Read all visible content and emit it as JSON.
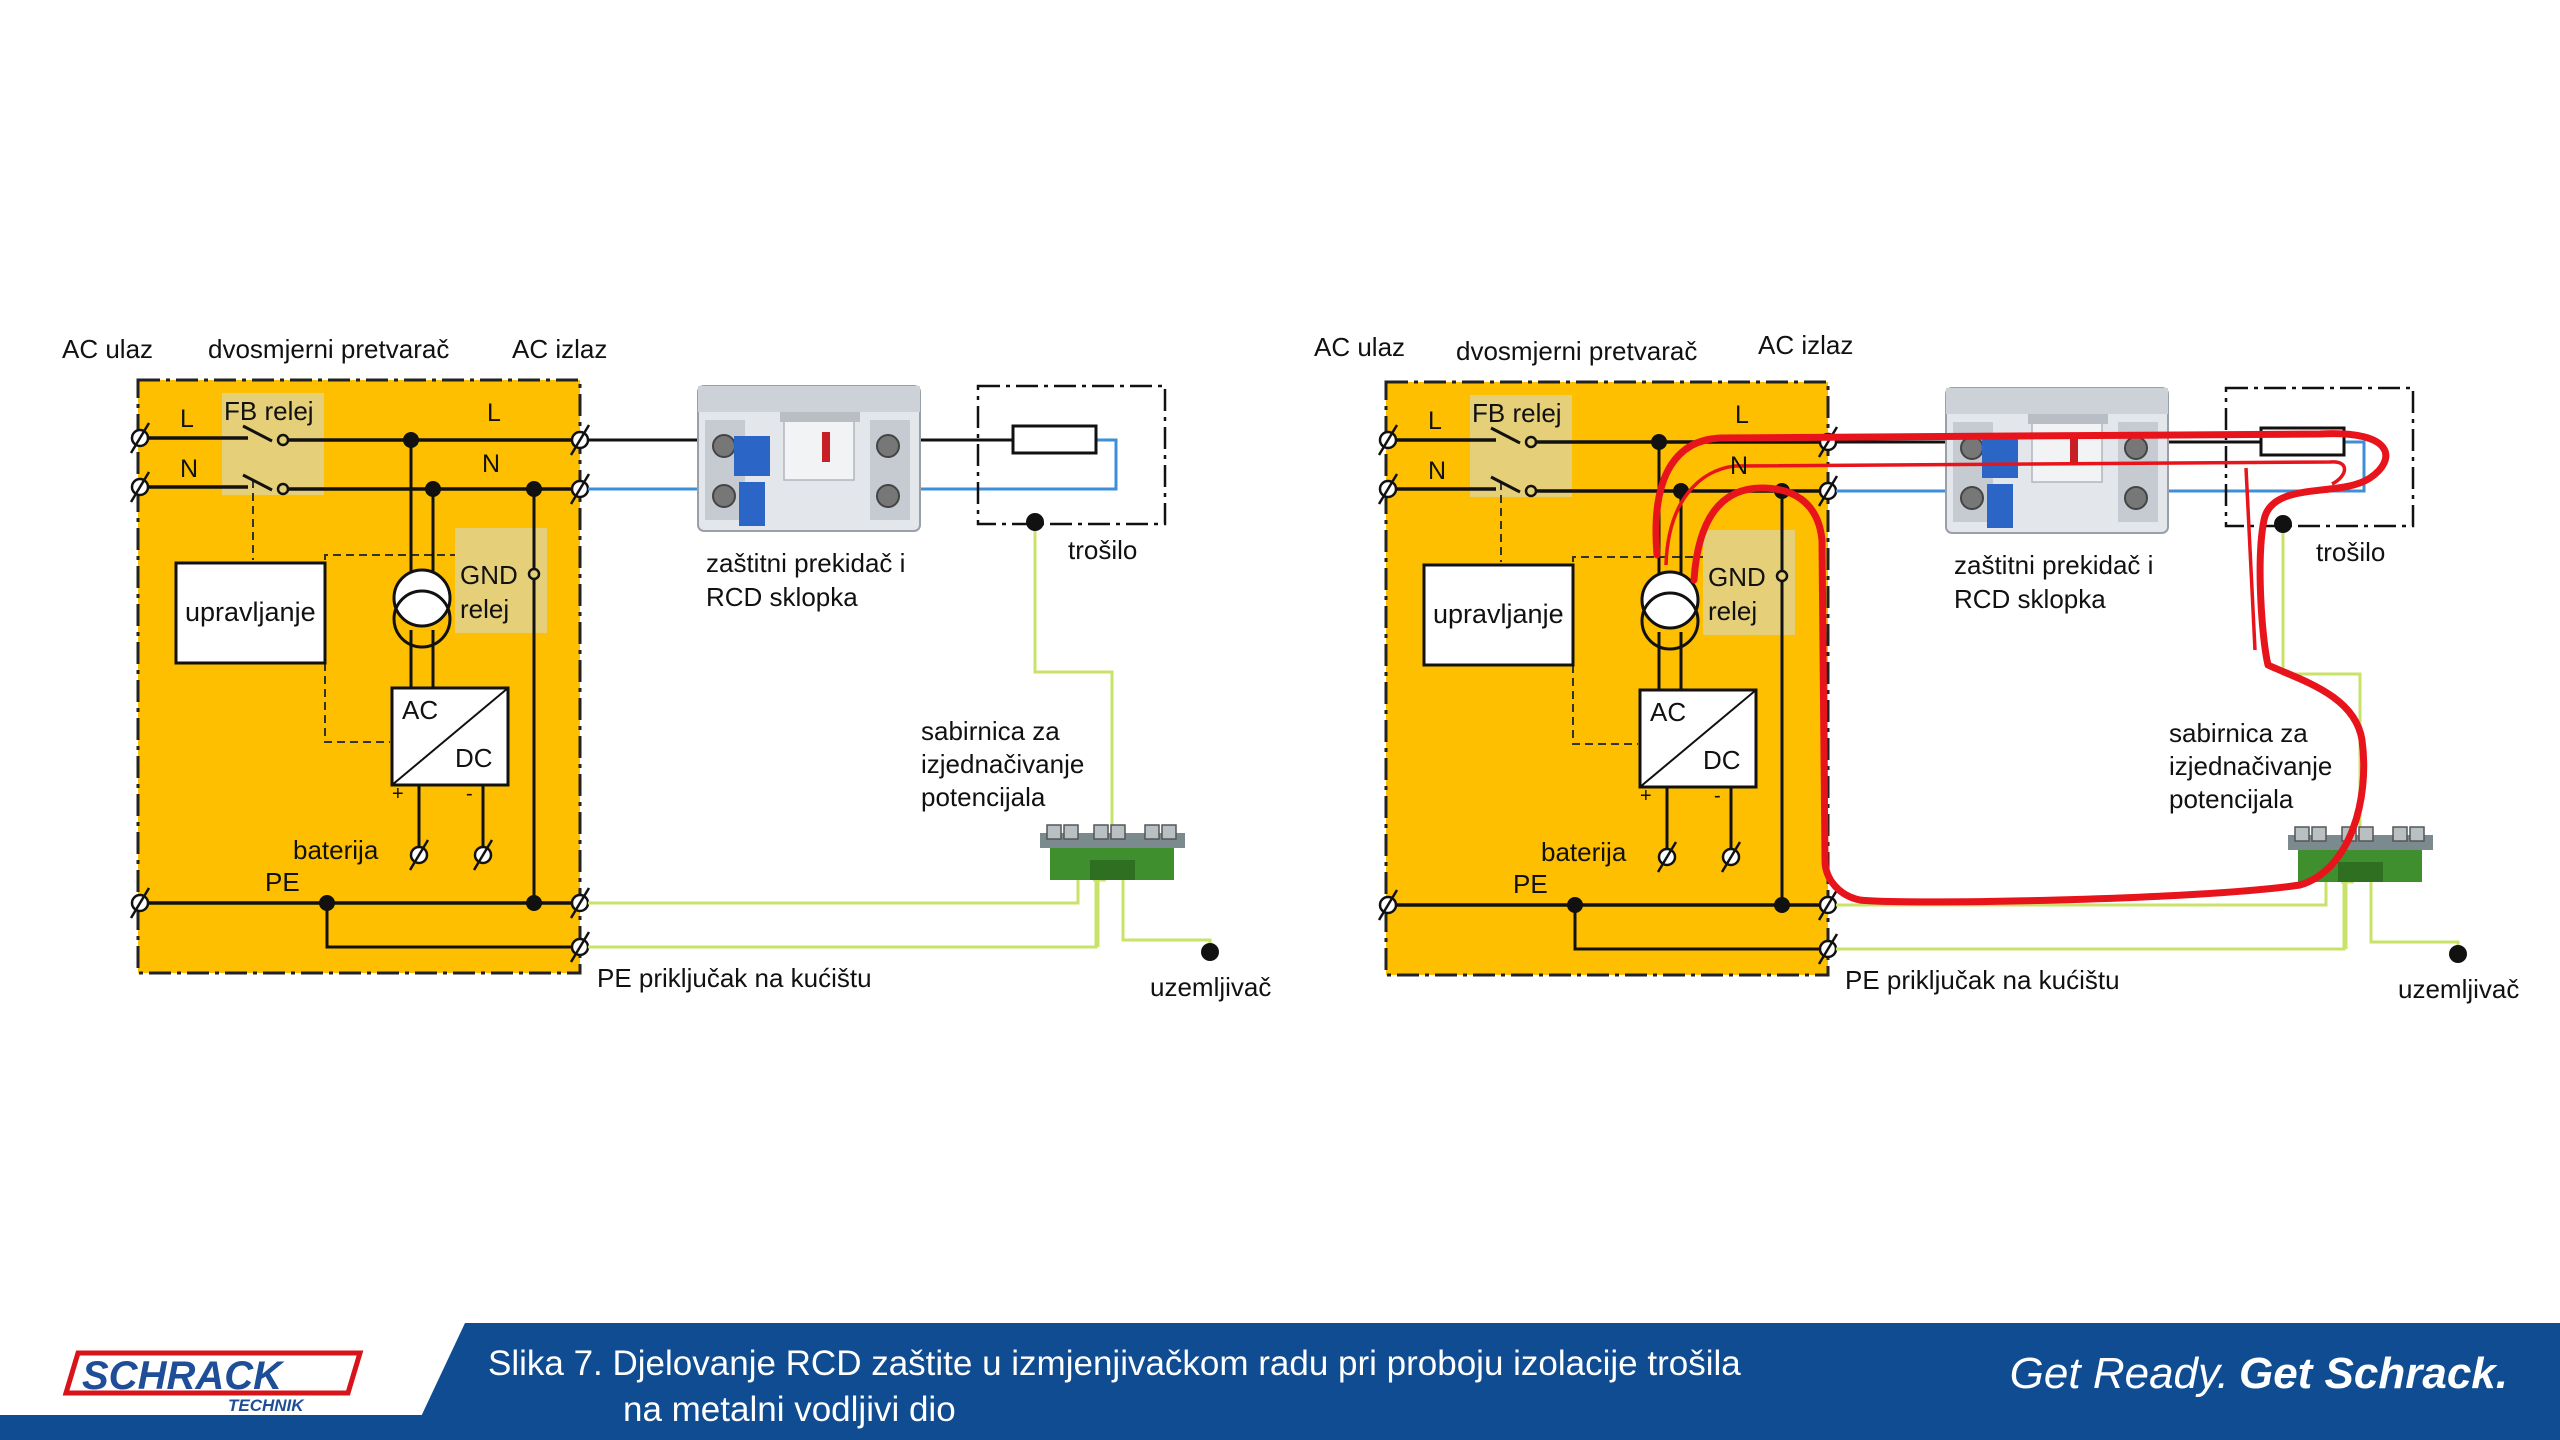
{
  "diagrams": [
    {
      "ac_input": "AC ulaz",
      "converter": "dvosmjerni pretvarač",
      "ac_output": "AC izlaz",
      "l_in": "L",
      "n_in": "N",
      "fb_relay": "FB relej",
      "l_out": "L",
      "n_out": "N",
      "control": "upravljanje",
      "gnd_relay_1": "GND",
      "gnd_relay_2": "relej",
      "ac": "AC",
      "dc": "DC",
      "plus": "+",
      "minus": "-",
      "battery": "baterija",
      "pe": "PE",
      "breaker_1": "zaštitni prekidač i",
      "breaker_2": "RCD sklopka",
      "load": "trošilo",
      "busbar_1": "sabirnica za",
      "busbar_2": "izjednačivanje",
      "busbar_3": "potencijala",
      "pe_housing": "PE priključak na kućištu",
      "earth": "uzemljivač"
    },
    {
      "ac_input": "AC ulaz",
      "converter": "dvosmjerni pretvarač",
      "ac_output": "AC izlaz",
      "l_in": "L",
      "n_in": "N",
      "fb_relay": "FB relej",
      "l_out": "L",
      "n_out": "N",
      "control": "upravljanje",
      "gnd_relay_1": "GND",
      "gnd_relay_2": "relej",
      "ac": "AC",
      "dc": "DC",
      "plus": "+",
      "minus": "-",
      "battery": "baterija",
      "pe": "PE",
      "breaker_1": "zaštitni prekidač i",
      "breaker_2": "RCD sklopka",
      "load": "trošilo",
      "busbar_1": "sabirnica za",
      "busbar_2": "izjednačivanje",
      "busbar_3": "potencijala",
      "pe_housing": "PE priključak na kućištu",
      "earth": "uzemljivač"
    }
  ],
  "footer": {
    "logo_main": "SCHRACK",
    "logo_sub": "TECHNIK",
    "caption_line1": "Slika 7. Djelovanje RCD zaštite u izmjenjivačkom radu pri proboju izolacije trošila",
    "caption_line2": "na metalni vodljivi dio",
    "slogan_part1": "Get Ready.",
    "slogan_part2": "Get Schrack."
  },
  "colors": {
    "converter_box": "#FDBF00",
    "relay_highlight": "#E5CF78",
    "neutral_wire": "#3E8FD8",
    "pe_wire": "#C9E26A",
    "fault_loop": "#E8141C",
    "footer_blue": "#0F4C92",
    "logo_red": "#D7141A",
    "busbar_green": "#3F8F2F"
  }
}
